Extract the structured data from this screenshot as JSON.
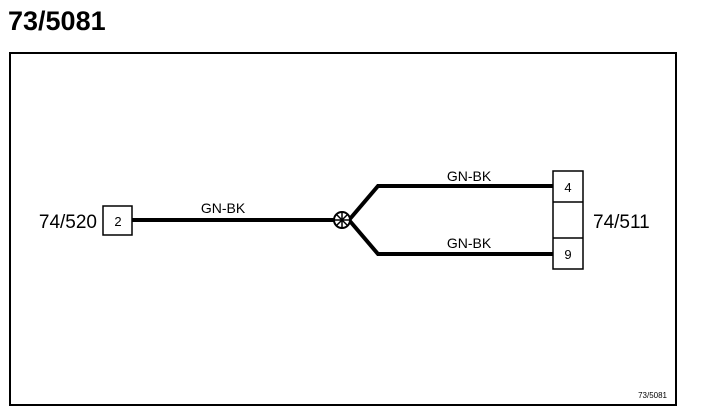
{
  "title": "73/5081",
  "components": {
    "left": {
      "id": "74/520",
      "pins": [
        "2"
      ]
    },
    "right": {
      "id": "74/511",
      "pins": [
        "4",
        "9"
      ]
    }
  },
  "wires": {
    "main": "GN-BK",
    "upper_branch": "GN-BK",
    "lower_branch": "GN-BK"
  },
  "splice_icon": "splice-junction-icon",
  "footer_ref": "73/5081"
}
